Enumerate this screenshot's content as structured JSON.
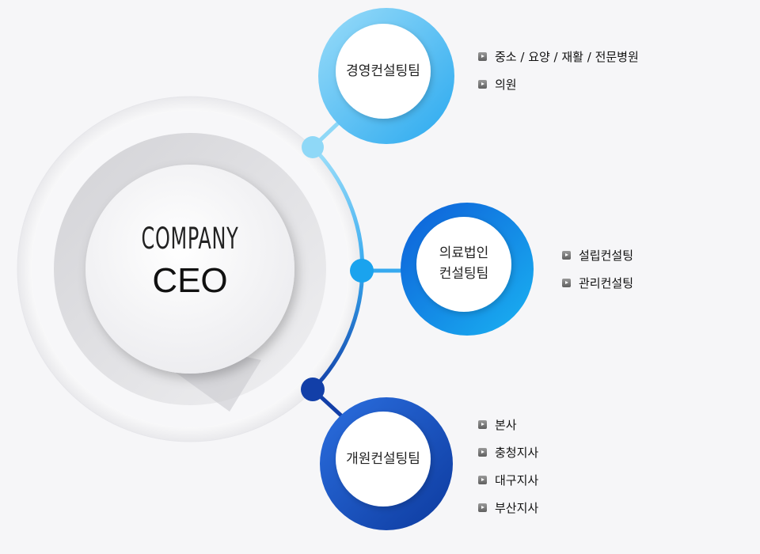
{
  "ceo": {
    "company": "COMPANY",
    "title": "CEO"
  },
  "teams": [
    {
      "name": "경영컨설팅팀",
      "items": [
        "중소 / 요양 / 재활 / 전문병원",
        "의원"
      ]
    },
    {
      "name_line1": "의료법인",
      "name_line2": "컨설팅팀",
      "items": [
        "설립컨설팅",
        "관리컨설팅"
      ]
    },
    {
      "name": "개원컨설팅팀",
      "items": [
        "본사",
        "충청지사",
        "대구지사",
        "부산지사"
      ]
    }
  ],
  "colors": {
    "team1_ring": "#5cc4f4",
    "team2_ring": "#1e7fe0",
    "team3_ring": "#1646b8",
    "arc_top": "#8fd8f7",
    "arc_bottom": "#123fa8"
  }
}
